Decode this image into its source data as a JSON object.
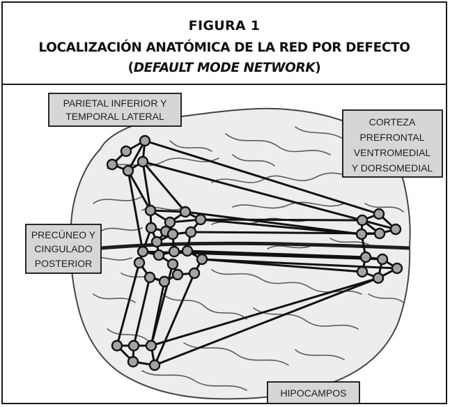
{
  "figure": {
    "label": "FIGURA 1",
    "title_main": "LOCALIZACIÓN ANATÓMICA DE LA RED POR DEFECTO (",
    "title_italic": "DEFAULT MODE NETWORK",
    "title_end": ")"
  },
  "callouts": {
    "parietal": {
      "line1": "PARIETAL INFERIOR Y",
      "line2": "TEMPORAL LATERAL"
    },
    "prefrontal": {
      "line1": "CORTEZA",
      "line2": "PREFRONTAL",
      "line3": "VENTROMEDIAL",
      "line4": "Y DORSOMEDIAL"
    },
    "precuneo": {
      "line1": "PRECÚNEO Y",
      "line2": "CINGULADO",
      "line3": "POSTERIOR"
    },
    "hipocampos": {
      "line1": "HIPOCAMPOS"
    }
  },
  "colors": {
    "node_fill": "#a3a3a3",
    "node_stroke": "#111111",
    "edge": "#111111",
    "callout_fill": "#d6d6d6"
  }
}
